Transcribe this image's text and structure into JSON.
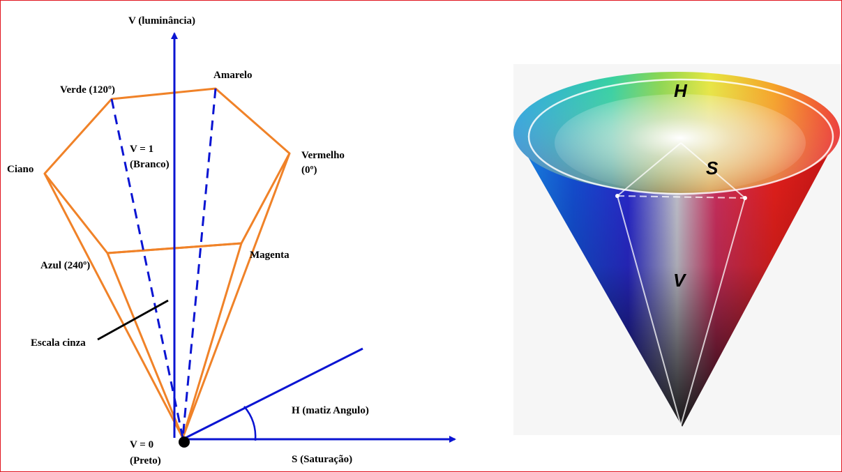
{
  "diagram": {
    "axis_v": "V (luminância)",
    "axis_s": "S (Saturação)",
    "axis_h": "H (matiz Angulo)",
    "verde": "Verde (120º)",
    "amarelo": "Amarelo",
    "ciano": "Ciano",
    "vermelho": "Vermelho",
    "vermelho_angle": "(0º)",
    "v1": "V = 1",
    "branco": "(Branco)",
    "azul": "Azul (240º)",
    "magenta": "Magenta",
    "escala_cinza": "Escala cinza",
    "v0": "V = 0",
    "preto": "(Preto)"
  },
  "cone": {
    "label_h": "H",
    "label_s": "S",
    "label_v": "V"
  },
  "colors": {
    "frame": "#e0141e",
    "hexcone_edge": "#f08228",
    "axis": "#0a14d2",
    "label": "#000000"
  }
}
